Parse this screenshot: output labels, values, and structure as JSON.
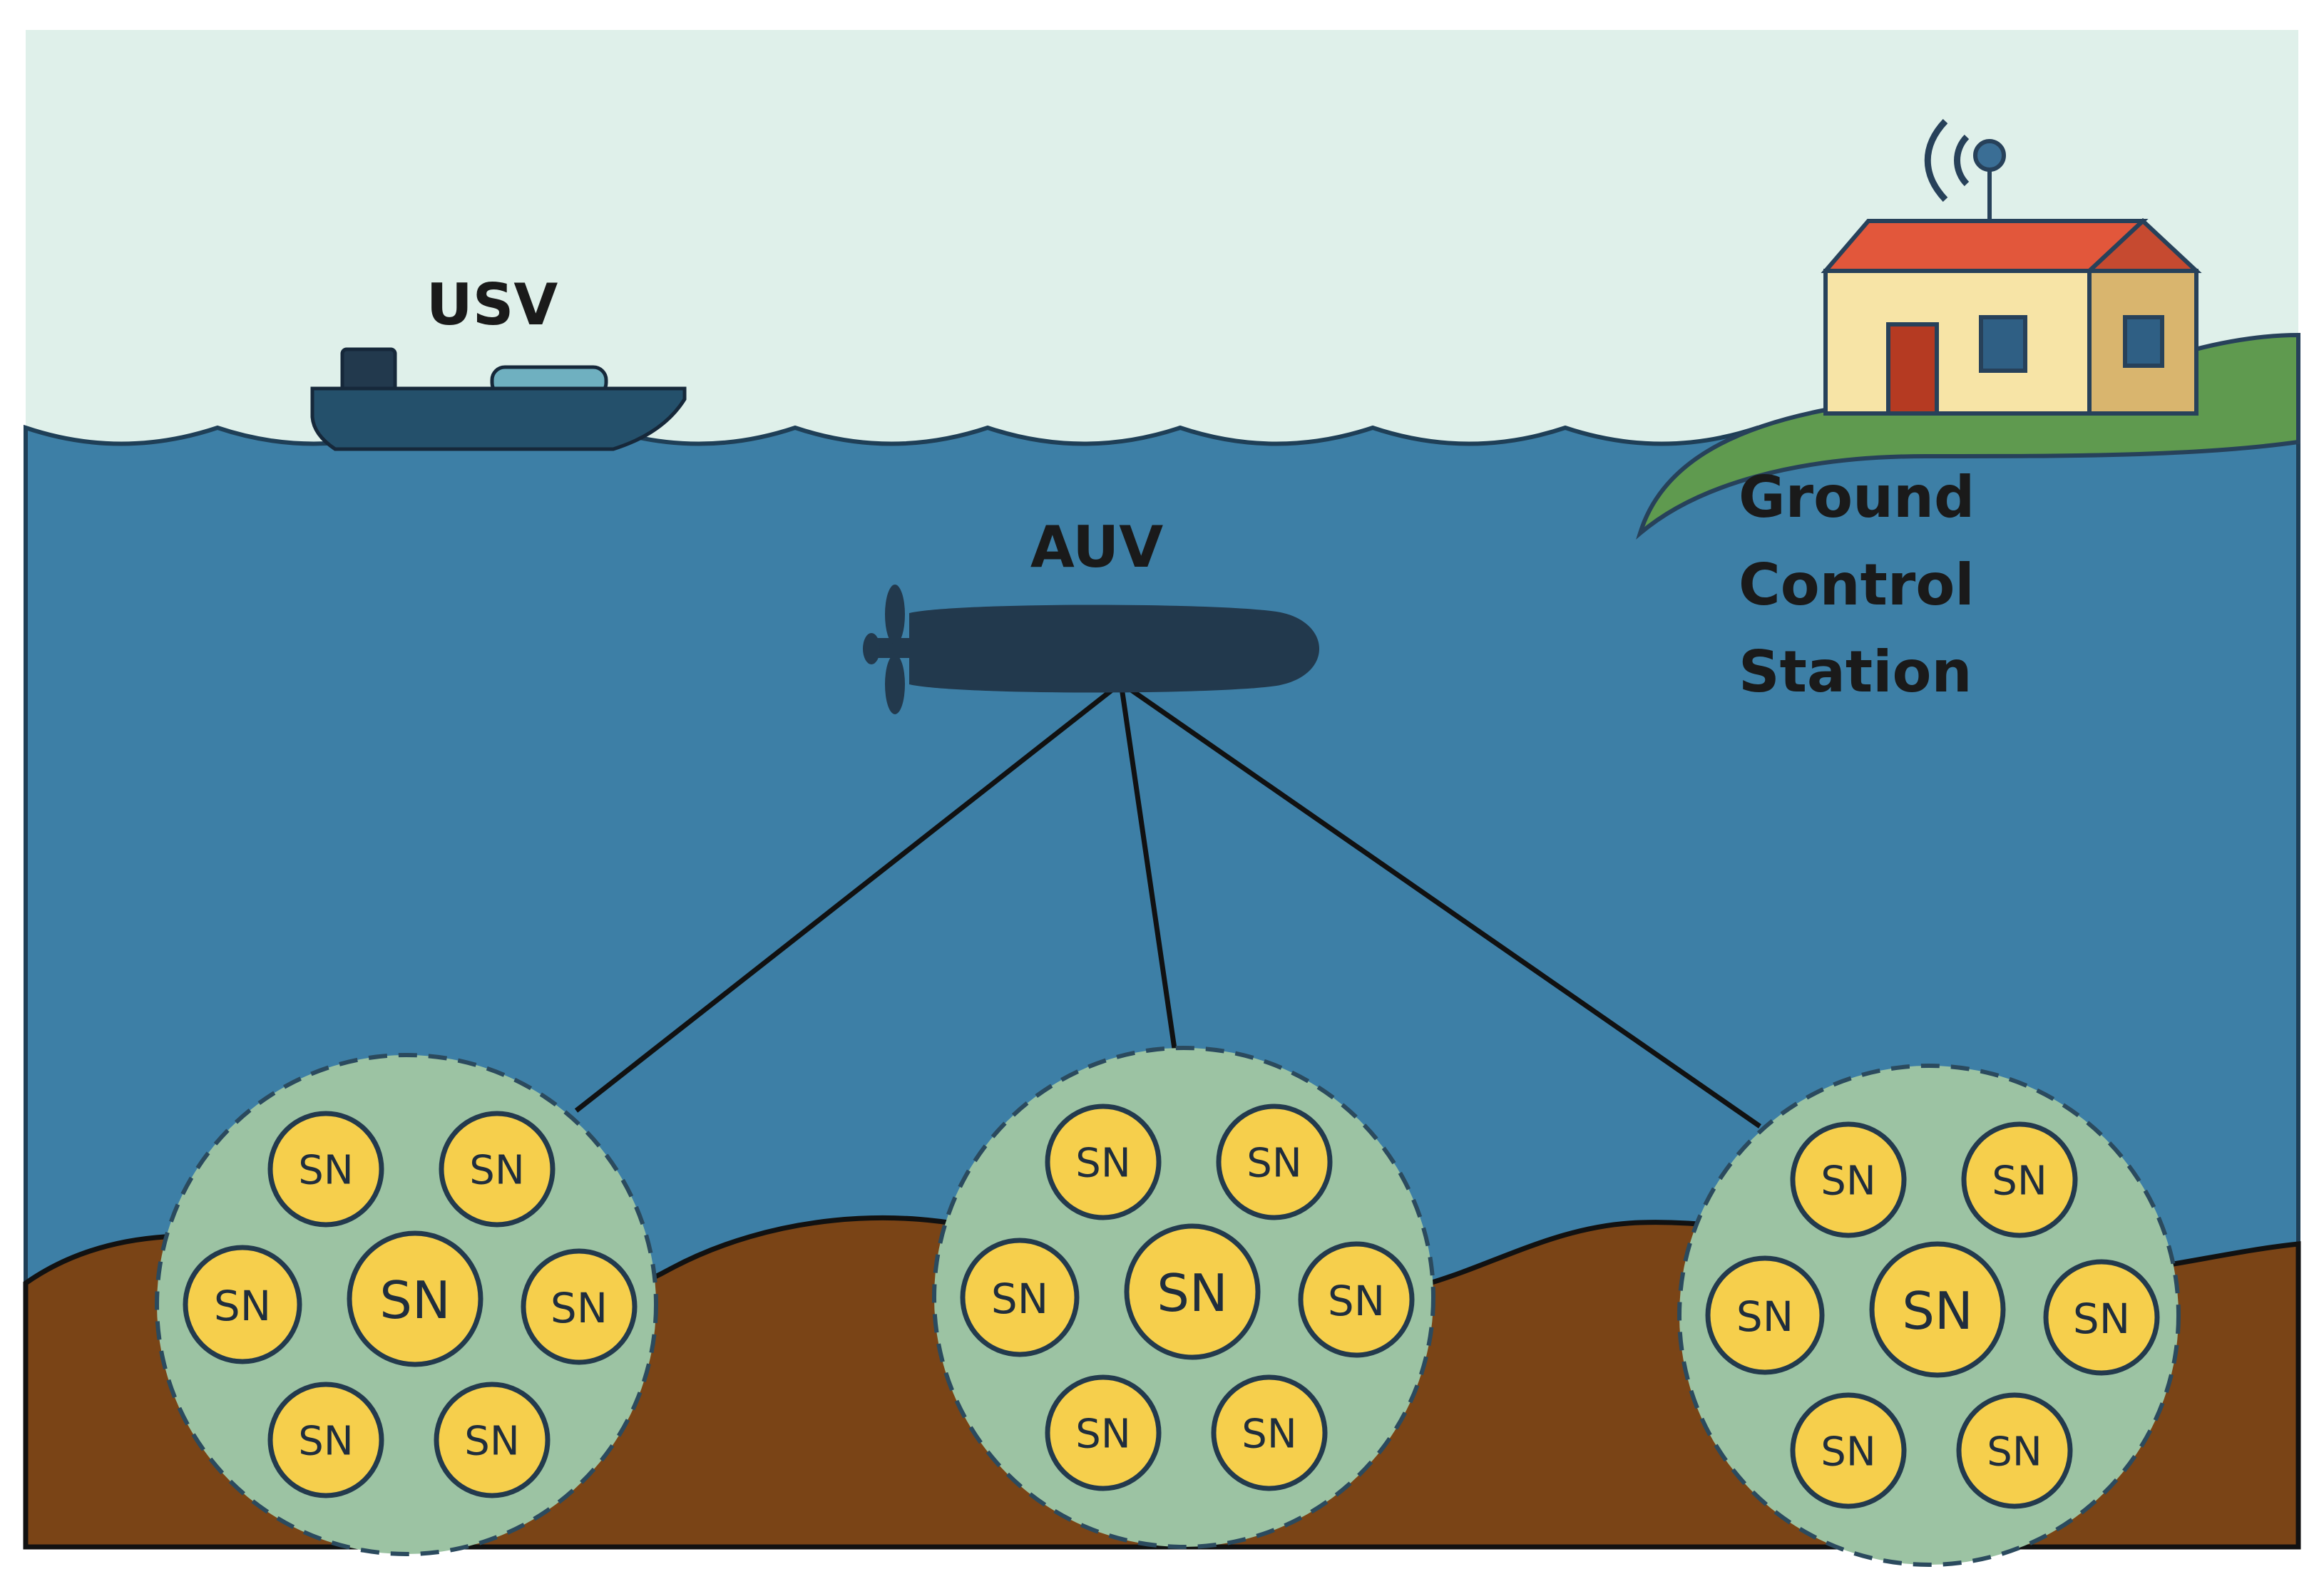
{
  "labels": {
    "usv": "USV",
    "auv": "AUV",
    "ground_station": [
      "Ground",
      "Control",
      "Station"
    ]
  },
  "cluster_node_label": "SN",
  "clusters": [
    {
      "id": "left",
      "nodes": [
        "SN",
        "SN",
        "SN",
        "SN",
        "SN",
        "SN",
        "SN"
      ]
    },
    {
      "id": "middle",
      "nodes": [
        "SN",
        "SN",
        "SN",
        "SN",
        "SN",
        "SN",
        "SN"
      ]
    },
    {
      "id": "right",
      "nodes": [
        "SN",
        "SN",
        "SN",
        "SN",
        "SN",
        "SN",
        "SN"
      ]
    }
  ],
  "icons": {
    "usv": "boat-icon",
    "auv": "submarine-icon",
    "station": "house-with-antenna-icon",
    "node": "sensor-node-icon"
  },
  "colors": {
    "sky": "#dff0ea",
    "water": "#3d7fa6",
    "seabed": "#7a4416",
    "land": "#5f9a4f",
    "cluster_fill": "#9cc3a3",
    "node_fill": "#f6cf4c",
    "vessel_dark": "#22394d",
    "roof": "#e2573b",
    "wall": "#f7e4a6",
    "door": "#b53a22"
  }
}
